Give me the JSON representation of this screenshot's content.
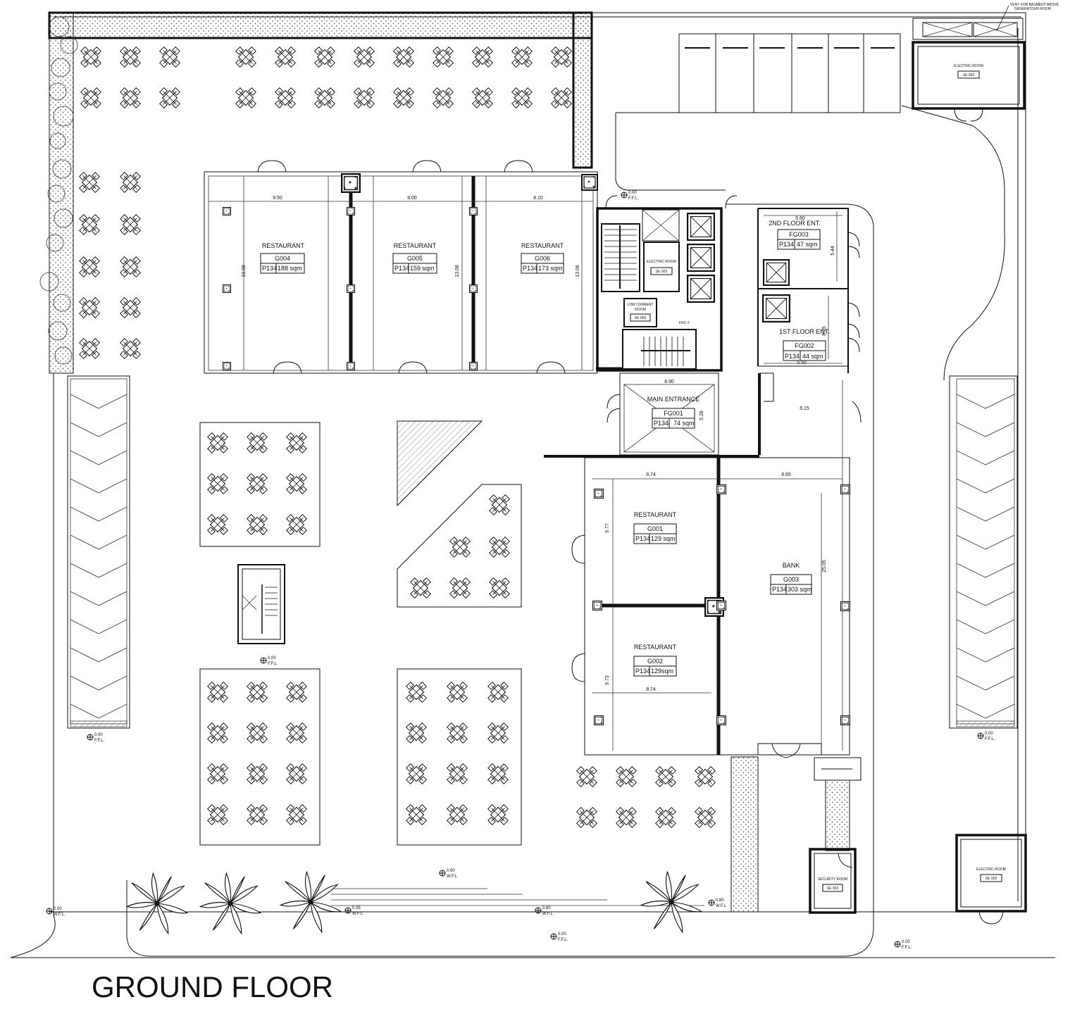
{
  "title": "GROUND FLOOR",
  "vent_note_lines": [
    "VENT FOR BASMENT ABOVE",
    "GENERATOUR ROOM"
  ],
  "units": [
    {
      "id": "g004",
      "name": "RESTAURANT",
      "code": "G004",
      "plot": "P134",
      "area": "188 sqm",
      "width_dim": "9.50",
      "depth_dim": "13.08"
    },
    {
      "id": "g005",
      "name": "RESTAURANT",
      "code": "G005",
      "plot": "P134",
      "area": "159 sqm",
      "width_dim": "8.00",
      "depth_dim": "13.08"
    },
    {
      "id": "g006",
      "name": "RESTAURANT",
      "code": "G006",
      "plot": "P134",
      "area": "173 sqm",
      "width_dim": "8.10",
      "depth_dim": "13.08"
    },
    {
      "id": "fg003",
      "name": "2ND FLOOR    ENT.",
      "code": "FG003",
      "plot": "P134",
      "area": "47 sqm",
      "width_dim": "5.60",
      "depth_dim": "5.44"
    },
    {
      "id": "fg002",
      "name": "1ST  FLOOR ENT.",
      "code": "FG002",
      "plot": "P134",
      "area": "44 sqm",
      "width_dim": "5.50",
      "depth_dim": "8.25"
    },
    {
      "id": "fg001",
      "name": "MAIN ENTRANCE",
      "code": "FG001",
      "plot": "P134",
      "area": "74 sqm",
      "width_dim": "8.90",
      "depth_dim": "5.28"
    },
    {
      "id": "g001",
      "name": "RESTAURANT",
      "code": "G001",
      "plot": "P134",
      "area": "129 sqm",
      "width_dim": "8.74",
      "depth_dim": "9.77"
    },
    {
      "id": "g002",
      "name": "RESTAURANT",
      "code": "G002",
      "plot": "P134",
      "area": "129sqm",
      "width_dim": "8.74",
      "depth_dim": "9.73"
    },
    {
      "id": "g003",
      "name": "BANK",
      "code": "G003",
      "plot": "P134",
      "area": "303 sqm",
      "width_dim": "8.65",
      "depth_dim": "25.05"
    }
  ],
  "extra_dim": "6.15",
  "service_rooms": [
    {
      "id": "electric-top",
      "name": "ELECTRIC ROOM",
      "code": "SE 003"
    },
    {
      "id": "electric-core",
      "name": "ELECTRIC ROOM",
      "code": "SE 003"
    },
    {
      "id": "low-current",
      "name_lines": [
        "LOW CURRENT",
        "ROOM"
      ],
      "code": "SE 003"
    },
    {
      "id": "security",
      "name": "SECURITY ROOM",
      "code": "SE 003"
    },
    {
      "id": "electric-bottom",
      "name": "ELECTRIC ROOM",
      "code": "SE 003"
    }
  ],
  "fhc_label": "FHC-2",
  "levels": [
    {
      "value": "0.00",
      "ref": "F.F.L."
    },
    {
      "value": "0.00",
      "ref": "F.F.L."
    },
    {
      "value": "0.00",
      "ref": "F.F.L."
    },
    {
      "value": "0.00",
      "ref": "F.F.L."
    },
    {
      "value": "0.90",
      "ref": "W.F.L"
    },
    {
      "value": "0.00",
      "ref": "W.F.L."
    },
    {
      "value": "0.35",
      "ref": "W.F.L"
    },
    {
      "value": "0.60",
      "ref": "W.F.L"
    },
    {
      "value": "0.80",
      "ref": "W.F.L"
    },
    {
      "value": "0.00",
      "ref": "F.F.L."
    },
    {
      "value": "0.00",
      "ref": "F.F.L."
    }
  ]
}
